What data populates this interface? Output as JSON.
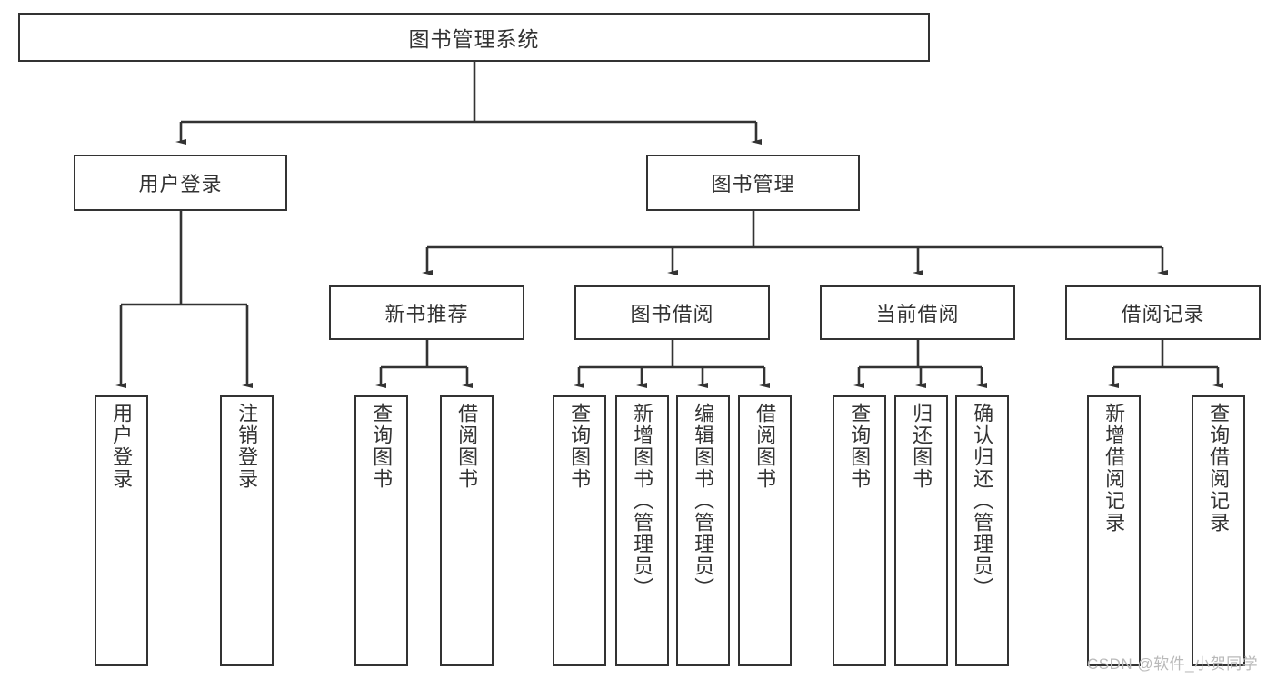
{
  "diagram": {
    "title": "图书管理系统",
    "type": "tree-hierarchy",
    "accent_color": "#333333",
    "background_color": "#ffffff",
    "watermark": "CSDN @软件_小贺同学"
  },
  "nodes": {
    "root": {
      "label": "图书管理系统"
    },
    "level2": [
      {
        "id": "user-login",
        "label": "用户登录"
      },
      {
        "id": "book-manage",
        "label": "图书管理"
      }
    ],
    "level3": [
      {
        "id": "new-book-recommend",
        "label": "新书推荐"
      },
      {
        "id": "book-borrow",
        "label": "图书借阅"
      },
      {
        "id": "current-borrow",
        "label": "当前借阅"
      },
      {
        "id": "borrow-record",
        "label": "借阅记录"
      }
    ],
    "leaves": {
      "user-login": [
        {
          "id": "leaf-user-login",
          "label": "用户登录"
        },
        {
          "id": "leaf-logout-login",
          "label": "注销登录"
        }
      ],
      "new-book-recommend": [
        {
          "id": "leaf-query-book-1",
          "label": "查询图书"
        },
        {
          "id": "leaf-borrow-book-1",
          "label": "借阅图书"
        }
      ],
      "book-borrow": [
        {
          "id": "leaf-query-book-2",
          "label": "查询图书"
        },
        {
          "id": "leaf-add-book",
          "label": "新增图书（管理员）"
        },
        {
          "id": "leaf-edit-book",
          "label": "编辑图书（管理员）"
        },
        {
          "id": "leaf-borrow-book-2",
          "label": "借阅图书"
        }
      ],
      "current-borrow": [
        {
          "id": "leaf-query-book-3",
          "label": "查询图书"
        },
        {
          "id": "leaf-return-book",
          "label": "归还图书"
        },
        {
          "id": "leaf-confirm-return",
          "label": "确认归还（管理员）"
        }
      ],
      "borrow-record": [
        {
          "id": "leaf-add-record",
          "label": "新增借阅记录"
        },
        {
          "id": "leaf-query-record",
          "label": "查询借阅记录"
        }
      ]
    }
  }
}
